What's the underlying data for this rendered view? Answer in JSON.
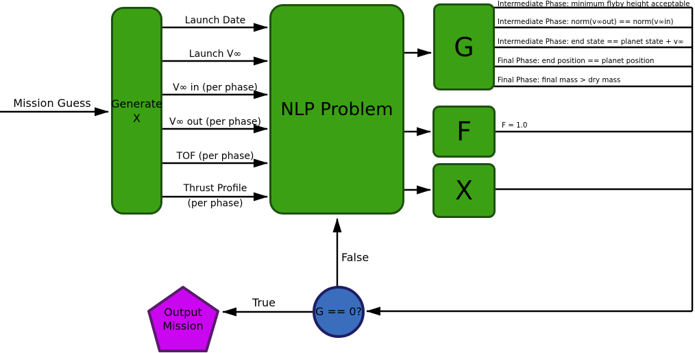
{
  "colors": {
    "node_green_fill": "#3CA014",
    "node_green_stroke": "#1E500F",
    "decision_blue_fill": "#3A6EBD",
    "decision_blue_stroke": "#1E1E64",
    "output_magenta_fill": "#CA06F0",
    "output_magenta_stroke": "#5B1A6E",
    "connector_black": "#000000"
  },
  "nodes": {
    "generate_x": {
      "line1": "Generate",
      "line2": "X"
    },
    "nlp": {
      "label": "NLP Problem"
    },
    "g_block": {
      "label": "G"
    },
    "f_block": {
      "label": "F"
    },
    "x_block": {
      "label": "X"
    },
    "decision": {
      "label": "G  == 0?"
    },
    "output": {
      "line1": "Output",
      "line2": "Mission"
    }
  },
  "left_input": {
    "mission_guess": "Mission Guess"
  },
  "nlp_inputs": [
    "Launch Date",
    "Launch V∞",
    "V∞ in (per phase)",
    "V∞ out (per phase)",
    "TOF (per phase)"
  ],
  "thrust_input": {
    "line1": "Thrust Profile",
    "line2": "(per phase)"
  },
  "g_constraints": [
    "Intermediate Phase: minimum flyby height acceptable",
    "Intermediate Phase: norm(v∞out) == norm(v∞in)",
    "Intermediate Phase: end state == planet state + v∞",
    "Final Phase: end position == planet position",
    "Final Phase: final mass > dry mass"
  ],
  "f_output": "F = 1.0",
  "branch_labels": {
    "false": "False",
    "true": "True"
  }
}
